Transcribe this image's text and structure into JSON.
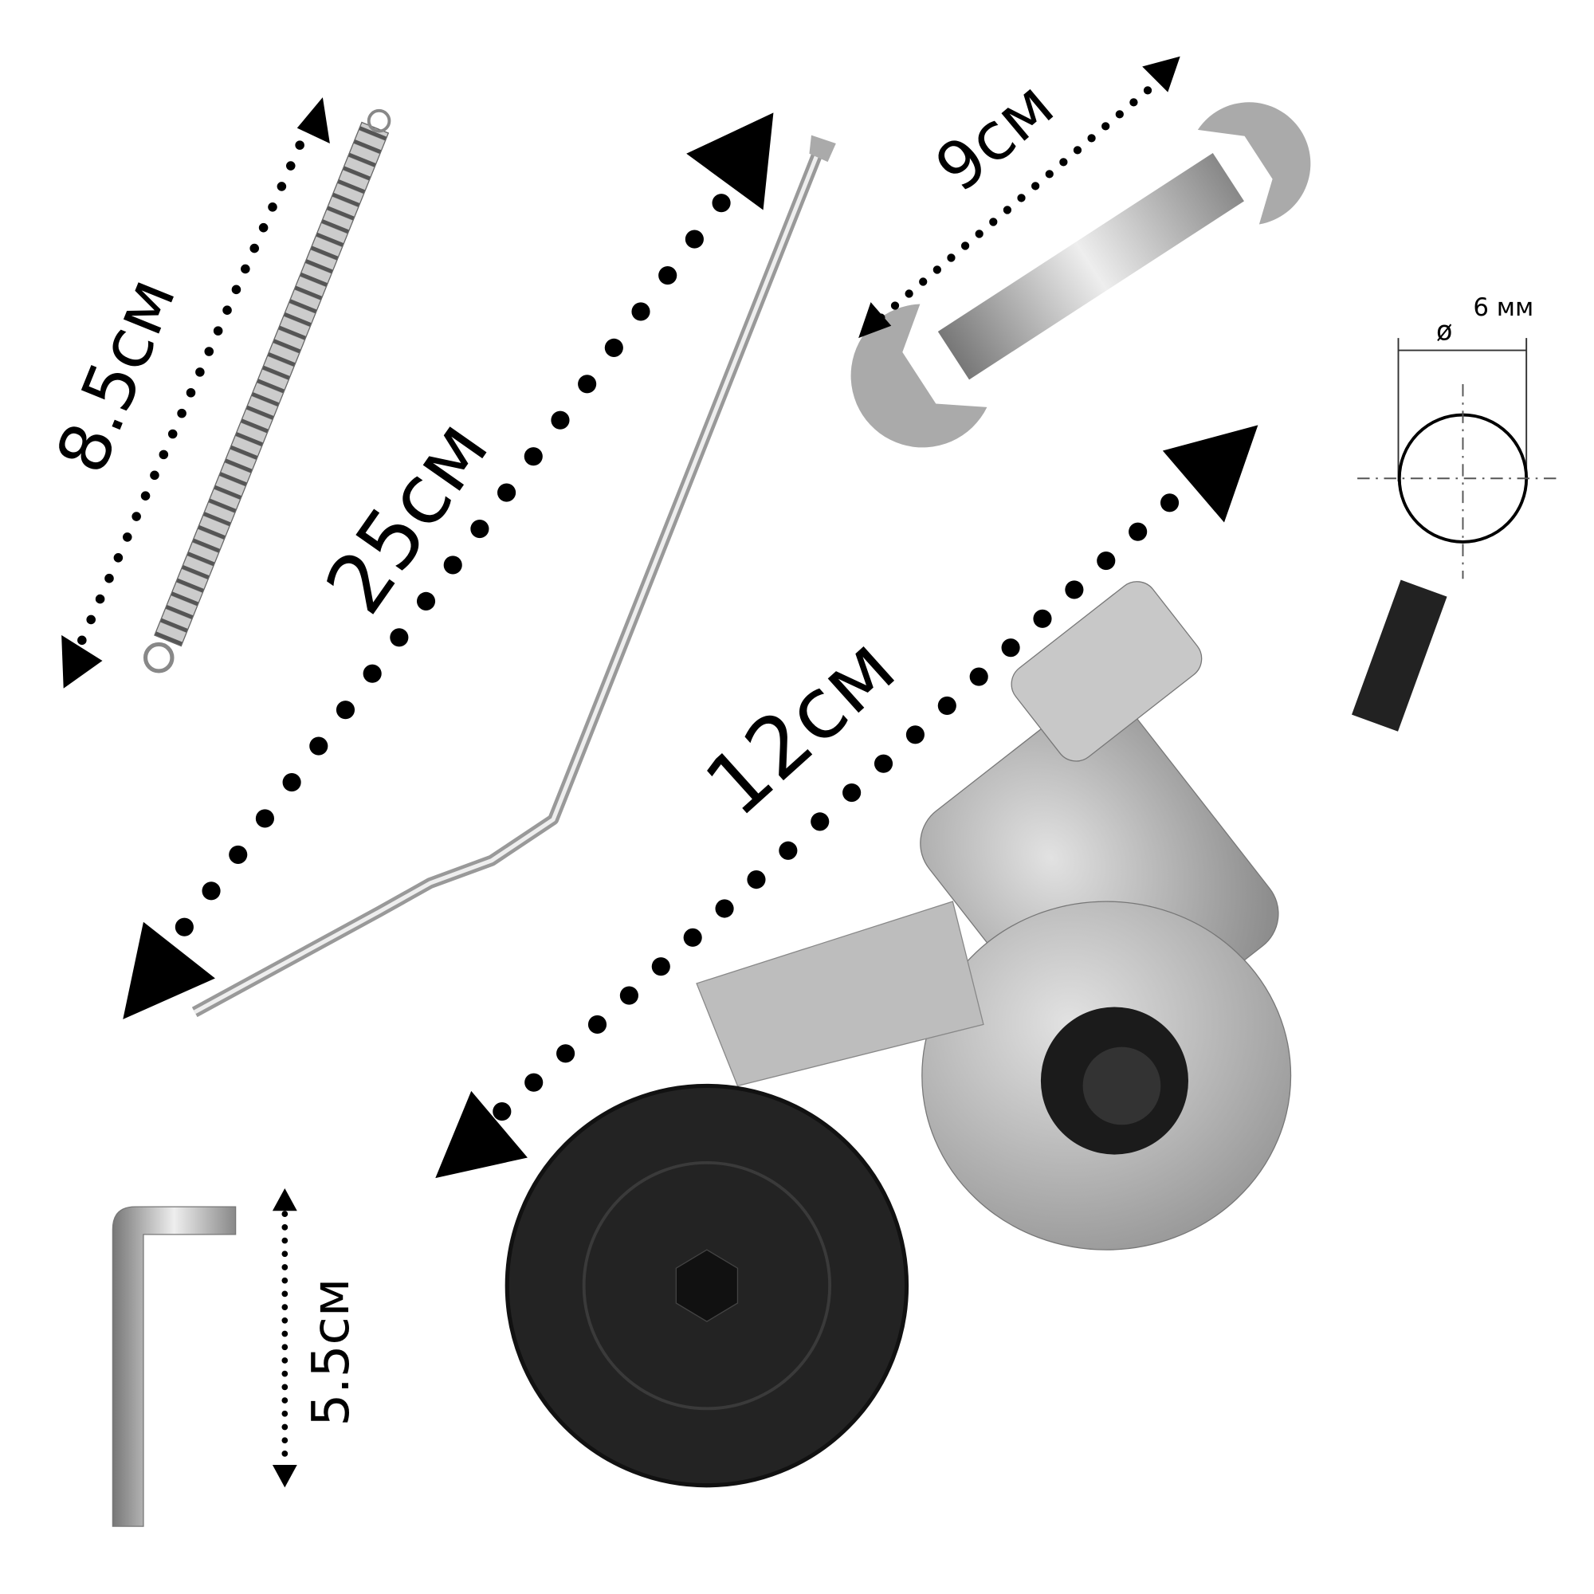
{
  "dimensions": {
    "spring_length": "8.5см",
    "rod_length": "25см",
    "wrench_length": "9см",
    "tool_length": "12см",
    "hex_key_length": "5.5см"
  },
  "shaft_diagram": {
    "diameter_symbol": "ø",
    "diameter_value": "6 мм"
  },
  "colors": {
    "metal": "#b9b9b9",
    "disc": "#222222",
    "accent": "#000000"
  }
}
